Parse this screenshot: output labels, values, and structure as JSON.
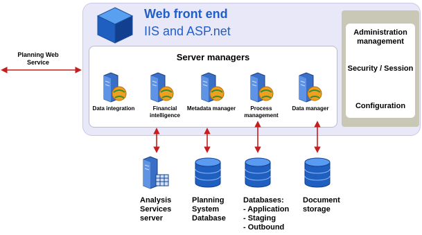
{
  "frontend": {
    "title": "Web front end",
    "subtitle": "IIS and ASP.net"
  },
  "server_managers": {
    "title": "Server managers",
    "items": [
      {
        "label": "Data integration"
      },
      {
        "label": "Financial intelligence"
      },
      {
        "label": "Metadata manager"
      },
      {
        "label": "Process management"
      },
      {
        "label": "Data manager"
      }
    ]
  },
  "admin_panel": {
    "items": [
      {
        "label": "Administration management"
      },
      {
        "label": "Security / Session"
      },
      {
        "label": "Configuration"
      }
    ]
  },
  "planning_web_service": {
    "label": "Planning Web Service"
  },
  "backends": [
    {
      "label": "Analysis Services server"
    },
    {
      "label": "Planning System Database"
    },
    {
      "label": "Databases:\n- Application\n- Staging\n- Outbound"
    },
    {
      "label": "Document storage"
    }
  ],
  "colors": {
    "title_blue": "#1f5fc7",
    "arrow_red": "#c41e1e",
    "frontend_bg": "#e9e8f8",
    "admin_border": "#c9c7b6"
  }
}
